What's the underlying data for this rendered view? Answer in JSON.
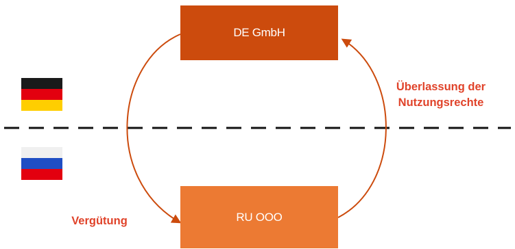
{
  "entities": {
    "parent": {
      "label": "DE GmbH",
      "color": "#cc4b0d"
    },
    "subsidiary": {
      "label": "RU OOO",
      "color": "#ec7a33"
    }
  },
  "flows": {
    "licensing": {
      "label_line1": "Überlassung der",
      "label_line2": "Nutzungsrechte"
    },
    "payment": {
      "label": "Vergütung"
    }
  },
  "flags": {
    "germany": {
      "icon": "germany-flag-icon",
      "stripes": [
        "#1a1a1a",
        "#e3000f",
        "#ffce00"
      ]
    },
    "russia": {
      "icon": "russia-flag-icon",
      "stripes": [
        "#f0f0f0",
        "#1f4ec4",
        "#e3000f"
      ]
    }
  },
  "colors": {
    "arrow": "#cc4b0d",
    "border_line": "#111111",
    "label_text": "#e0432a"
  }
}
